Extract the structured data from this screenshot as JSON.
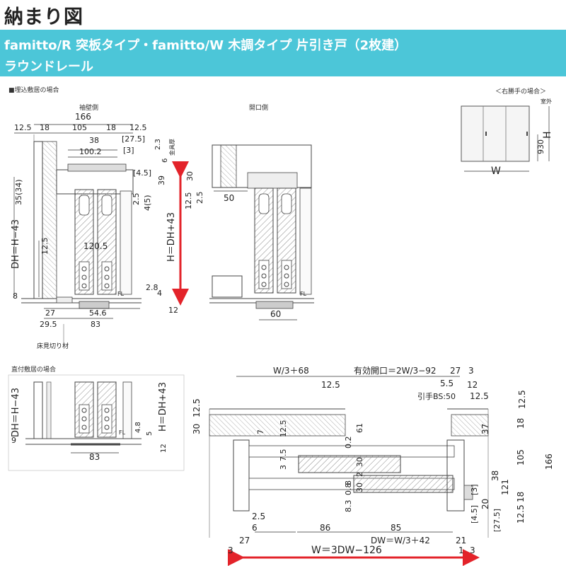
{
  "header": {
    "title": "納まり図",
    "banner_line1": "famitto/R 突板タイプ・famitto/W 木調タイプ 片引き戸（2枚建）",
    "banner_line2": "ラウンドレール"
  },
  "section_a": {
    "caption": "■埋込敷居の場合",
    "left_label": "袖壁側",
    "right_label": "開口側",
    "dims": {
      "d166": "166",
      "d12_5a": "12.5",
      "d18": "18",
      "d105": "105",
      "d18b": "18",
      "d12_5b": "12.5",
      "d38": "38",
      "d27_5": "[27.5]",
      "d100_2": "100.2",
      "d3": "[3]",
      "d2_3": "2.3",
      "d6": "6",
      "kanagu": "金具厚",
      "d4_5": "[4.5]",
      "d39": "39",
      "d35": "35(34)",
      "d2_5": "2.5",
      "d4_5b": "4(5)",
      "d12_5c": "12.5",
      "d120_5": "120.5",
      "dh": "DH＝H−43",
      "h": "H＝DH+43",
      "d8": "8",
      "d2_8": "2.8",
      "d4": "4",
      "d12": "12",
      "d27": "27",
      "d54_6": "54.6",
      "d29_5": "29.5",
      "d83": "83",
      "fl": "FL",
      "yuka": "床見切り材",
      "r30": "30",
      "r50": "50",
      "r12_5": "12.5",
      "r2_5": "2.5",
      "r60": "60",
      "rfl": "FL"
    }
  },
  "inset": {
    "caption": "＜右勝手の場合＞",
    "outside": "室外",
    "h": "H",
    "d930": "930",
    "w": "W"
  },
  "section_b": {
    "caption": "直付敷居の場合",
    "dims": {
      "dh": "DH＝H−43",
      "h": "H＝DH+43",
      "d9": "9",
      "d4_8": "4.8",
      "d5": "5",
      "d12": "12",
      "d83": "83",
      "fl": "FL"
    }
  },
  "plan": {
    "dims": {
      "w3_68": "W/3＋68",
      "opening": "有効開口＝2W/3−92",
      "d27": "27",
      "d3a": "3",
      "d12_5a": "12.5",
      "d5_5": "5.5",
      "d12": "12",
      "bs": "引手BS:50",
      "d12_5b": "12.5",
      "l12_5": "12.5",
      "l30": "30",
      "c7": "7",
      "c12_5": "12.5",
      "c61": "61",
      "r12_5": "12.5",
      "r18": "18",
      "r37": "37",
      "r105": "105",
      "r166": "166",
      "c7_5": "7.5",
      "c3": "3",
      "c0_2": "0.2",
      "c30": "30",
      "c2": "2",
      "c30b": "30",
      "c8": "8",
      "c0_8": "0.8",
      "r38": "38",
      "r121": "121",
      "r3": "[3]",
      "r18b": "18",
      "r20": "20",
      "c8_3": "8.3",
      "r4_5": "[4.5]",
      "r27_5": "[27.5]",
      "r12_5b": "12.5",
      "d2_5": "2.5",
      "d6": "6",
      "d86": "86",
      "d85": "85",
      "d27b": "27",
      "dw": "DW＝W/3＋42",
      "d21": "21",
      "d3b": "3",
      "d1": "1",
      "d3c": "3",
      "w_total": "W＝3DW−126"
    }
  },
  "colors": {
    "banner": "#4cc6d8",
    "arrow": "#e3232a",
    "hatch": "#888888"
  }
}
